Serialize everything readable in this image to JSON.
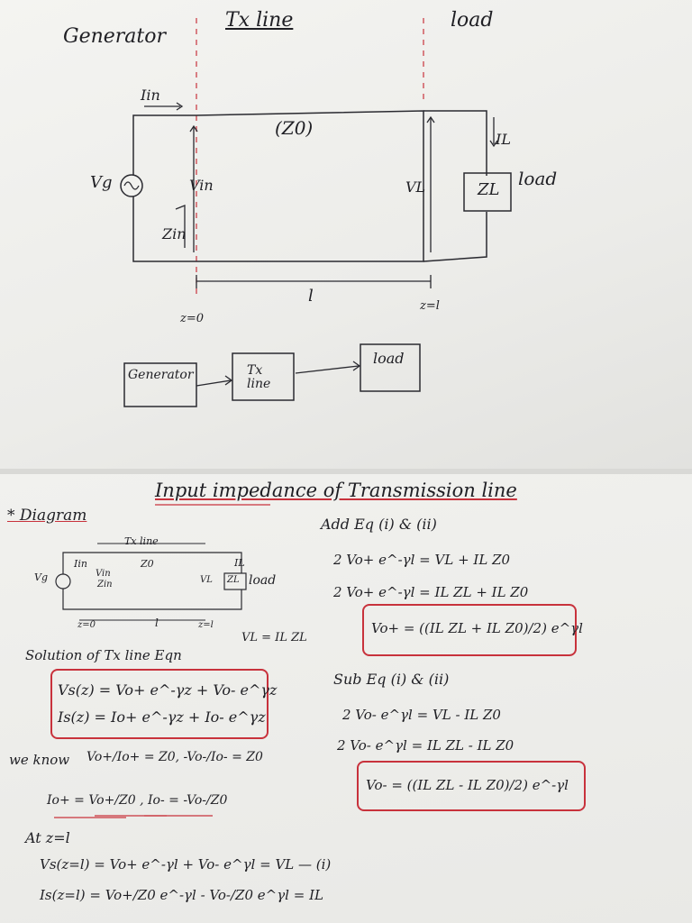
{
  "top_sheet": {
    "generator_label": "Generator",
    "tx_line_label": "Tx line",
    "load_label": "load",
    "i_in": "Iin",
    "z0": "(Z0)",
    "i_l": "IL",
    "vg": "Vg",
    "v_in": "Vin",
    "v_l": "VL",
    "z_l": "ZL",
    "load_side": "load",
    "z_in": "Zin",
    "length": "l",
    "z0_pos": "z=0",
    "zl_pos": "z=l",
    "block_generator": "Generator",
    "block_tx": "Tx line",
    "block_load": "load"
  },
  "bottom_sheet": {
    "title": "Input impedance of Transmission line",
    "diagram_label": "* Diagram",
    "mini": {
      "tx_line": "Tx line",
      "i_in": "Iin",
      "z0": "Z0",
      "i_l": "IL",
      "vg": "Vg",
      "v_in": "Vin",
      "z_in": "Zin",
      "v_l": "VL",
      "z_l": "ZL",
      "load": "load",
      "z0_pos": "z=0",
      "length": "l",
      "zl_pos": "z=l"
    },
    "vl_eq": "VL = IL ZL",
    "solution_label": "Solution of Tx line Eqn",
    "sol_v": "Vs(z) = Vo+ e^-γz + Vo- e^γz",
    "sol_i": "Is(z) = Io+ e^-γz + Io- e^γz",
    "we_know_label": "we know",
    "know_1": "Vo+/Io+ = Z0,  -Vo-/Io- = Z0",
    "know_2": "Io+ = Vo+/Z0 ,  Io- = -Vo-/Z0",
    "at_label": "At z=l",
    "at_v": "Vs(z=l) = Vo+ e^-γl + Vo- e^γl = VL — (i)",
    "at_i": "Is(z=l) = Vo+/Z0 e^-γl - Vo-/Z0 e^γl = IL",
    "add_label": "Add Eq (i) & (ii)",
    "add_1": "2 Vo+ e^-γl = VL + IL Z0",
    "add_2": "2 Vo+ e^-γl = IL ZL + IL Z0",
    "res_plus": "Vo+ = ((IL ZL + IL Z0)/2) e^γl",
    "sub_label": "Sub Eq (i) & (ii)",
    "sub_1": "2 Vo- e^γl = VL - IL Z0",
    "sub_2": "2 Vo- e^γl = IL ZL - IL Z0",
    "res_minus": "Vo- = ((IL ZL - IL Z0)/2) e^-γl"
  }
}
